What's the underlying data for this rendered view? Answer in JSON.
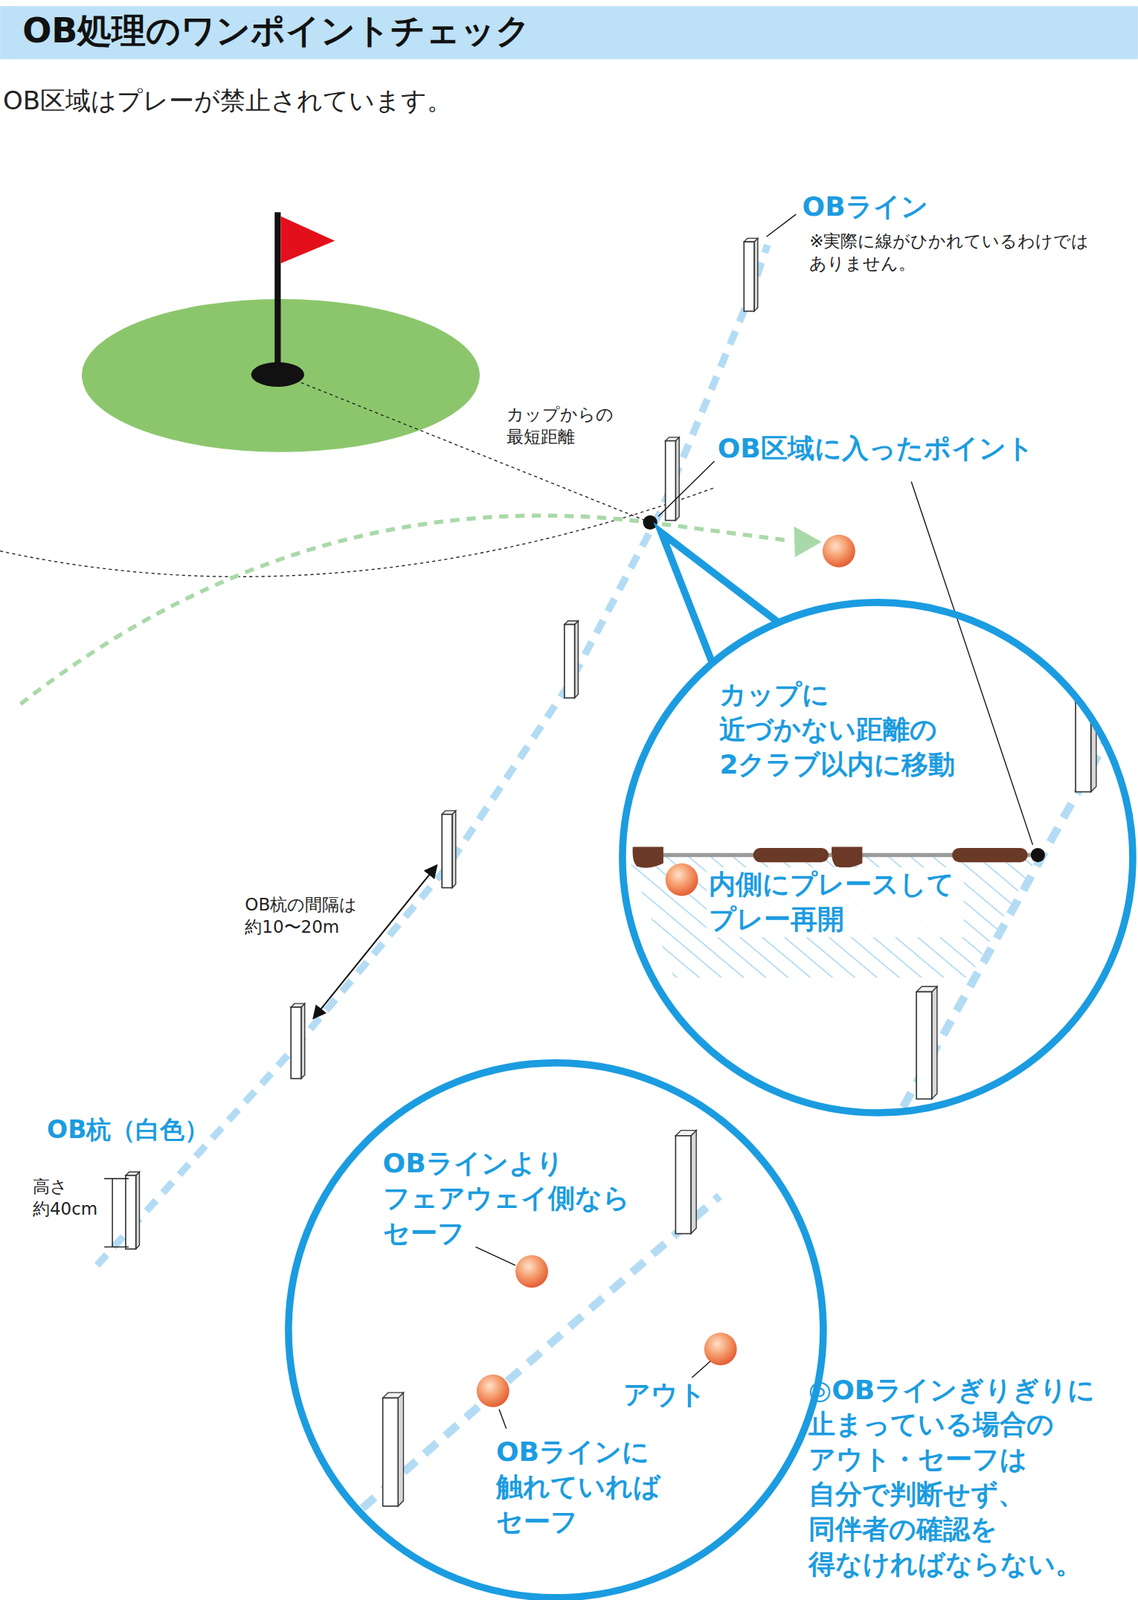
{
  "diagram": {
    "title": "OB処理のワンポイントチェック",
    "nodes": [
      {
        "text": [
          "カップに 近づかない距離の 2クラブ以内に移動",
          "内側にプレースして プレー再開"
        ]
      },
      {
        "text": [
          "OBラインより フェアウェイ側なら セーフ",
          "アウト",
          "OBラインに 触れていれば セーフ"
        ]
      }
    ],
    "edges": [],
    "labels": [
      "OB区域はプレーが禁止されています。",
      "OBライン",
      "※実際に線がひかれているわけでは ありません。",
      "カップからの 最短距離",
      "OB区域に入ったポイント",
      "OB杭の間隔は 約10〜20m",
      "OB杭（白色）",
      "高さ 約40cm",
      "◎OBラインぎりぎりに 止まっている場合の アウト・セーフは 自分で判断せず、 同伴者の確認を 得なければならない。"
    ]
  }
}
